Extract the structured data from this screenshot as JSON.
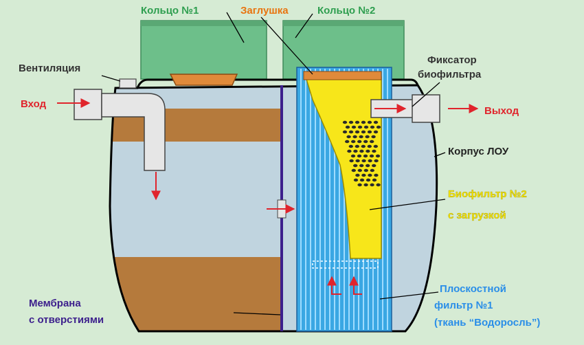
{
  "labels": {
    "ring1": "Кольцо №1",
    "plug": "Заглушка",
    "ring2": "Кольцо №2",
    "ventilation": "Вентиляция",
    "inlet": "Вход",
    "biofilter_fixer_line1": "Фиксатор",
    "biofilter_fixer_line2": "биофильтра",
    "outlet": "Выход",
    "housing": "Корпус ЛОУ",
    "biofilter2_line1": "Биофильтр №2",
    "biofilter2_line2": "с загрузкой",
    "membrane_line1": "Мембрана",
    "membrane_line2": "с отверстиями",
    "flat_filter_line1": "Плоскостной",
    "flat_filter_line2": "фильтр №1",
    "flat_filter_line3": "(ткань “Водоросль”)"
  },
  "colors": {
    "background": "#d6ebd4",
    "ring": "#6dbf8a",
    "label_green": "#2e9e4f",
    "label_orange": "#e8740f",
    "label_red": "#e0242c",
    "label_yellow": "#f5e600",
    "label_blue": "#2a8ee8",
    "label_purple": "#3c1f8c",
    "water": "#c0d4df",
    "sludge": "#b57a3c",
    "filter_blue": "#3aa7e3",
    "biofilter_yellow": "#f7e61a"
  }
}
